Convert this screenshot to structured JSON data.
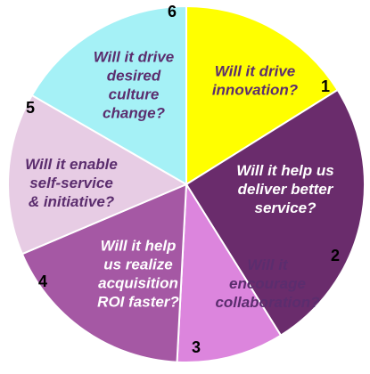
{
  "segments": [
    {
      "number": "1",
      "lines": [
        "Will it drive",
        "innovation?"
      ],
      "fill": "#ffff00",
      "text_color": "#5b2d6e"
    },
    {
      "number": "2",
      "lines": [
        "Will it help us",
        "deliver better",
        "service?"
      ],
      "fill": "#6a2c6c",
      "text_color": "#ffffff"
    },
    {
      "number": "3",
      "lines": [
        "Will it",
        "encourage",
        "collaboration?"
      ],
      "fill": "#dc85dd",
      "text_color": "#5b2d6e"
    },
    {
      "number": "4",
      "lines": [
        "Will it help",
        "us realize",
        "acquisition",
        "ROI faster?"
      ],
      "fill": "#a558a4",
      "text_color": "#ffffff"
    },
    {
      "number": "5",
      "lines": [
        "Will it enable",
        "self-service",
        "& initiative?"
      ],
      "fill": "#e7cce4",
      "text_color": "#5b2d6e"
    },
    {
      "number": "6",
      "lines": [
        "Will it drive",
        "desired",
        "culture",
        "change?"
      ],
      "fill": "#a5f1f6",
      "text_color": "#5b2d6e"
    }
  ]
}
